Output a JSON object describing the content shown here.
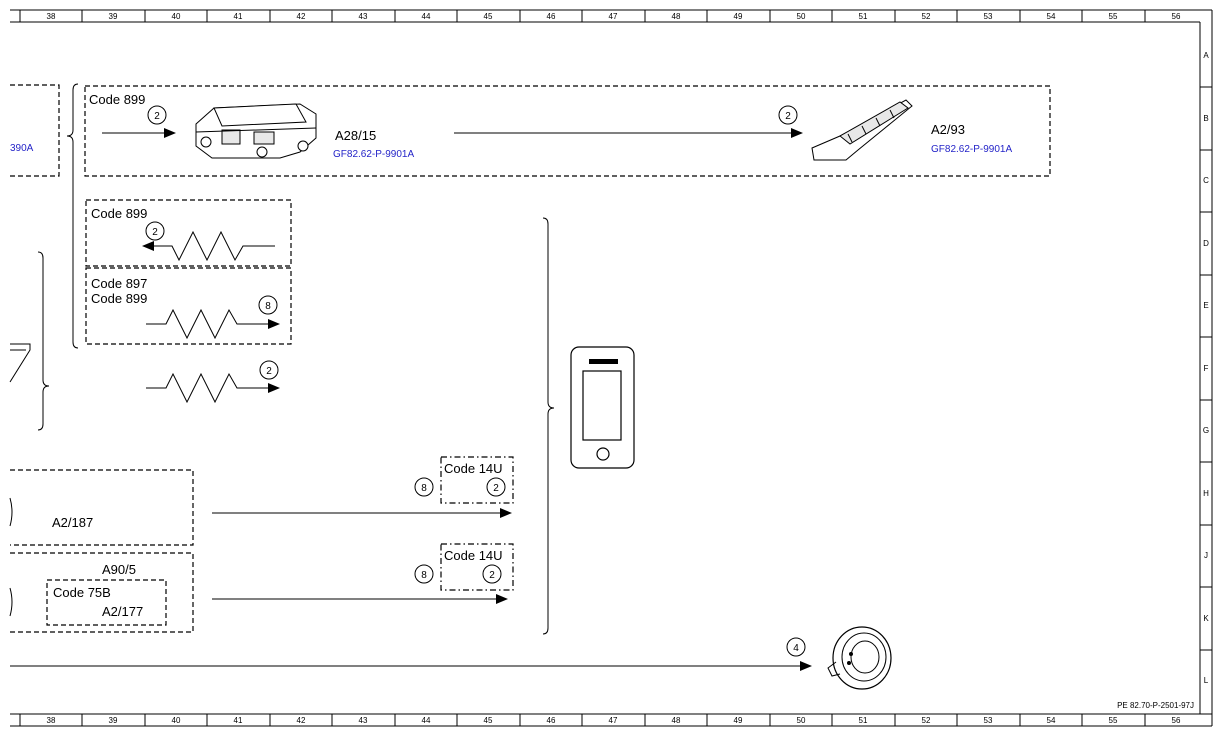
{
  "grid": {
    "columns": [
      "38",
      "39",
      "40",
      "41",
      "42",
      "43",
      "44",
      "45",
      "46",
      "47",
      "48",
      "49",
      "50",
      "51",
      "52",
      "53",
      "54",
      "55",
      "56"
    ],
    "rows": [
      "A",
      "B",
      "C",
      "D",
      "E",
      "F",
      "G",
      "H",
      "J",
      "K",
      "L"
    ]
  },
  "components": {
    "a28_15": {
      "code": "Code 899",
      "label": "A28/15",
      "ref": "GF82.62-P-9901A",
      "signal_in": "2"
    },
    "a2_93": {
      "label": "A2/93",
      "ref": "GF82.62-P-9901A",
      "signal_in": "2"
    },
    "left_partial_ref": "390A",
    "wireless_899": {
      "code": "Code 899",
      "signal": "2"
    },
    "wireless_897_899": {
      "code_line1": "Code 897",
      "code_line2": "Code 899",
      "signal": "8"
    },
    "wireless_plain": {
      "signal": "2"
    },
    "a2_187": {
      "label": "A2/187"
    },
    "a90_5": {
      "label": "A90/5",
      "code": "Code 75B",
      "inner_label": "A2/177"
    },
    "code14u_top": {
      "code": "Code 14U",
      "signal_a": "8",
      "signal_b": "2"
    },
    "code14u_bottom": {
      "code": "Code 14U",
      "signal_a": "8",
      "signal_b": "2"
    },
    "speaker": {
      "signal": "4"
    }
  },
  "footer": {
    "doc_id": "PE 82.70-P-2501-97J"
  }
}
